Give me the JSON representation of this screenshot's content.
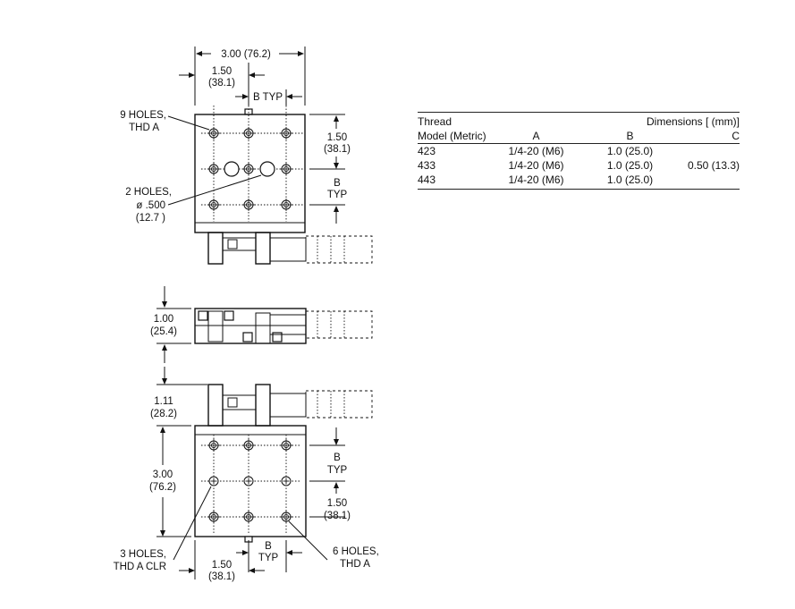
{
  "top_view": {
    "overall_width": "3.00 (76.2)",
    "half_width_in": "1.50",
    "half_width_mm": "(38.1)",
    "b_typ": "B TYP",
    "holes_9_line1": "9 HOLES,",
    "holes_9_line2": "THD A",
    "right_150_in": "1.50",
    "right_150_mm": "(38.1)",
    "right_b": "B",
    "right_typ": "TYP",
    "holes_2_line1": "2 HOLES,",
    "holes_2_line2": "ø .500",
    "holes_2_line3": "(12.7 )"
  },
  "side_view": {
    "height_in": "1.00",
    "height_mm": "(25.4)"
  },
  "bottom_view": {
    "micrometer_in": "1.11",
    "micrometer_mm": "(28.2)",
    "length_in": "3.00",
    "length_mm": "(76.2)",
    "right_b": "B",
    "right_typ": "TYP",
    "right_150_in": "1.50",
    "right_150_mm": "(38.1)",
    "holes_3_line1": "3 HOLES,",
    "holes_3_line2": "THD A CLR",
    "holes_6_line1": "6 HOLES,",
    "holes_6_line2": "THD A",
    "bottom_150_in": "1.50",
    "bottom_150_mm": "(38.1)",
    "bottom_b": "B",
    "bottom_typ": "TYP"
  },
  "table": {
    "header_thread": "Thread",
    "header_dimensions": "Dimensions [ (mm)]",
    "col_model": "Model (Metric)",
    "col_a": "A",
    "col_b": "B",
    "col_c": "C",
    "rows": [
      {
        "model": "423",
        "a": "1/4-20 (M6)",
        "b": "1.0 (25.0)",
        "c": ""
      },
      {
        "model": "433",
        "a": "1/4-20 (M6)",
        "b": "1.0 (25.0)",
        "c": "0.50 (13.3)"
      },
      {
        "model": "443",
        "a": "1/4-20 (M6)",
        "b": "1.0 (25.0)",
        "c": ""
      }
    ]
  }
}
